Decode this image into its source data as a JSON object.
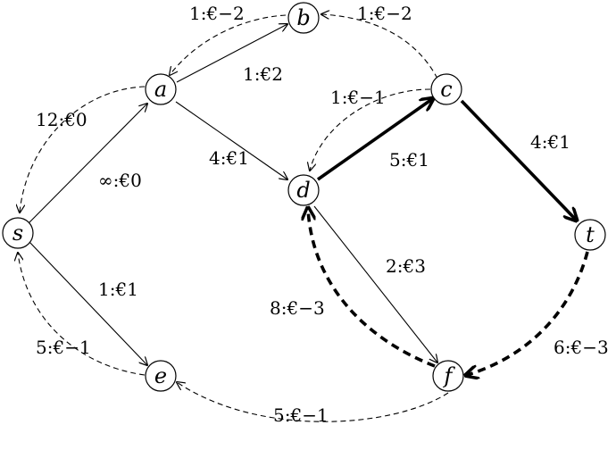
{
  "nodes": [
    {
      "id": "s",
      "label": "s"
    },
    {
      "id": "a",
      "label": "a"
    },
    {
      "id": "b",
      "label": "b"
    },
    {
      "id": "c",
      "label": "c"
    },
    {
      "id": "d",
      "label": "d"
    },
    {
      "id": "e",
      "label": "e"
    },
    {
      "id": "f",
      "label": "f"
    },
    {
      "id": "t",
      "label": "t"
    }
  ],
  "edges": [
    {
      "id": "s-a",
      "from": "s",
      "to": "a",
      "label": "∞:€0",
      "style": "solid"
    },
    {
      "id": "a-s",
      "from": "a",
      "to": "s",
      "label": "12:€0",
      "style": "dashed"
    },
    {
      "id": "a-b",
      "from": "a",
      "to": "b",
      "label": "1:€2",
      "style": "solid"
    },
    {
      "id": "b-a",
      "from": "b",
      "to": "a",
      "label": "1:€−2",
      "style": "dashed"
    },
    {
      "id": "c-b",
      "from": "c",
      "to": "b",
      "label": "1:€−2",
      "style": "dashed"
    },
    {
      "id": "a-d",
      "from": "a",
      "to": "d",
      "label": "4:€1",
      "style": "solid"
    },
    {
      "id": "d-c",
      "from": "d",
      "to": "c",
      "label": "5:€1",
      "style": "bold"
    },
    {
      "id": "c-d",
      "from": "c",
      "to": "d",
      "label": "1:€−1",
      "style": "dashed"
    },
    {
      "id": "c-t",
      "from": "c",
      "to": "t",
      "label": "4:€1",
      "style": "bold"
    },
    {
      "id": "t-f",
      "from": "t",
      "to": "f",
      "label": "6:€−3",
      "style": "bold-dashed"
    },
    {
      "id": "f-d",
      "from": "f",
      "to": "d",
      "label": "8:€−3",
      "style": "bold-dashed"
    },
    {
      "id": "d-f",
      "from": "d",
      "to": "f",
      "label": "2:€3",
      "style": "solid"
    },
    {
      "id": "s-e",
      "from": "s",
      "to": "e",
      "label": "1:€1",
      "style": "solid"
    },
    {
      "id": "e-s",
      "from": "e",
      "to": "s",
      "label": "5:€−1",
      "style": "dashed"
    },
    {
      "id": "f-e",
      "from": "f",
      "to": "e",
      "label": "5:€−1",
      "style": "dashed"
    }
  ],
  "colors": {
    "ink": "#000000",
    "background": "#ffffff"
  }
}
